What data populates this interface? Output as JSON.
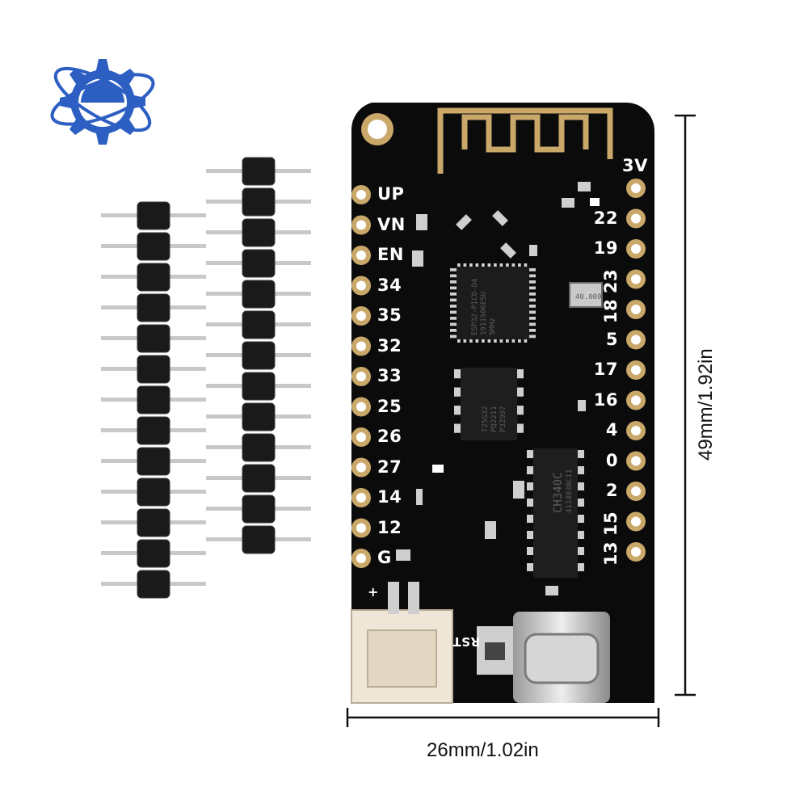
{
  "board": {
    "left_pins": [
      "UP",
      "VN",
      "EN",
      "34",
      "35",
      "32",
      "33",
      "25",
      "26",
      "27",
      "14",
      "12",
      "G"
    ],
    "right_pins": [
      "3V",
      "22",
      "19",
      "23",
      "18",
      "5",
      "17",
      "16",
      "4",
      "0",
      "2",
      "15",
      "13"
    ],
    "rst_label": "RST",
    "plus_label": "+",
    "minus_label": "-",
    "chips": {
      "mcu": [
        "ESP32-PICO-D4",
        "1911906ESU",
        "5MHz"
      ],
      "flash": [
        "T25S32",
        "PQ2211",
        "P32997"
      ],
      "usb": [
        "CH340C",
        "4114038C11"
      ],
      "crystal": "40.000"
    }
  },
  "dimensions": {
    "width_label": "26mm/1.02in",
    "height_label": "49mm/1.92in"
  },
  "colors": {
    "board": "#0b0b0b",
    "gold": "#c9a86a",
    "logo_blue": "#2d5fc3",
    "dim_line": "#111111"
  }
}
